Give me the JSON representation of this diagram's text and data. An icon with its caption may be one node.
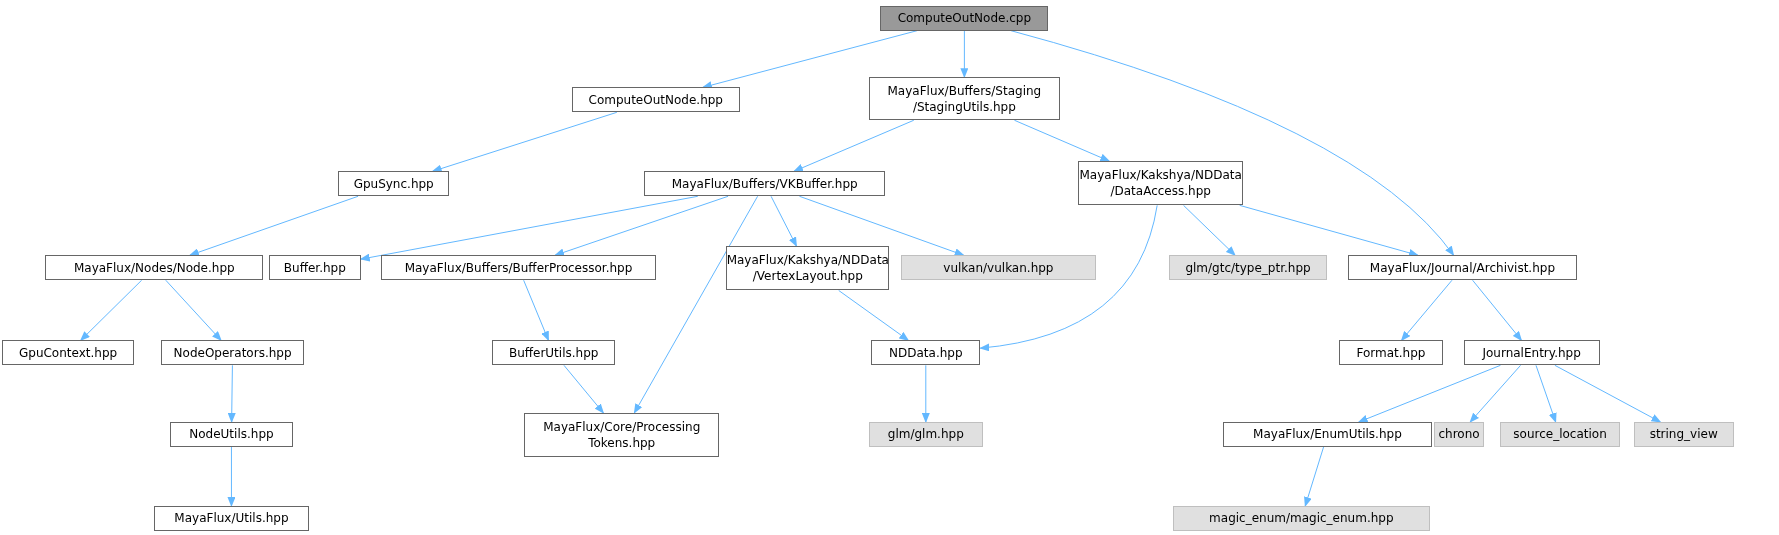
{
  "diagram": {
    "nodes": [
      {
        "text": [
          "ComputeOutNode.cpp"
        ]
      },
      {
        "text": [
          "ComputeOutNode.hpp"
        ]
      },
      {
        "text": [
          "MayaFlux/Buffers/Staging /StagingUtils.hpp"
        ]
      },
      {
        "text": [
          "GpuSync.hpp"
        ]
      },
      {
        "text": [
          "MayaFlux/Buffers/VKBuffer.hpp"
        ]
      },
      {
        "text": [
          "MayaFlux/Kakshya/NDData /DataAccess.hpp"
        ]
      },
      {
        "text": [
          "MayaFlux/Nodes/Node.hpp"
        ]
      },
      {
        "text": [
          "Buffer.hpp"
        ]
      },
      {
        "text": [
          "MayaFlux/Buffers/BufferProcessor.hpp"
        ]
      },
      {
        "text": [
          "MayaFlux/Kakshya/NDData /VertexLayout.hpp"
        ]
      },
      {
        "text": [
          "vulkan/vulkan.hpp"
        ]
      },
      {
        "text": [
          "glm/gtc/type_ptr.hpp"
        ]
      },
      {
        "text": [
          "MayaFlux/Journal/Archivist.hpp"
        ]
      },
      {
        "text": [
          "GpuContext.hpp"
        ]
      },
      {
        "text": [
          "NodeOperators.hpp"
        ]
      },
      {
        "text": [
          "BufferUtils.hpp"
        ]
      },
      {
        "text": [
          "NDData.hpp"
        ]
      },
      {
        "text": [
          "Format.hpp"
        ]
      },
      {
        "text": [
          "JournalEntry.hpp"
        ]
      },
      {
        "text": [
          "NodeUtils.hpp"
        ]
      },
      {
        "text": [
          "MayaFlux/Core/Processing Tokens.hpp"
        ]
      },
      {
        "text": [
          "glm/glm.hpp"
        ]
      },
      {
        "text": [
          "MayaFlux/EnumUtils.hpp"
        ]
      },
      {
        "text": [
          "chrono"
        ]
      },
      {
        "text": [
          "source_location"
        ]
      },
      {
        "text": [
          "string_view"
        ]
      },
      {
        "text": [
          "MayaFlux/Utils.hpp"
        ]
      },
      {
        "text": [
          "magic_enum/magic_enum.hpp"
        ]
      }
    ],
    "edges": [
      {
        "from": 0,
        "to": 1,
        "arrow": "to"
      },
      {
        "from": 0,
        "to": 2,
        "arrow": "to"
      },
      {
        "from": 0,
        "to": 12,
        "arrow": "to"
      },
      {
        "from": 1,
        "to": 3,
        "arrow": "to"
      },
      {
        "from": 2,
        "to": 4,
        "arrow": "to"
      },
      {
        "from": 2,
        "to": 5,
        "arrow": "to"
      },
      {
        "from": 3,
        "to": 6,
        "arrow": "to"
      },
      {
        "from": 4,
        "to": 7,
        "arrow": "to"
      },
      {
        "from": 4,
        "to": 8,
        "arrow": "to"
      },
      {
        "from": 4,
        "to": 20,
        "arrow": "to"
      },
      {
        "from": 4,
        "to": 9,
        "arrow": "to"
      },
      {
        "from": 4,
        "to": 10,
        "arrow": "to"
      },
      {
        "from": 5,
        "to": 16,
        "arrow": "to"
      },
      {
        "from": 5,
        "to": 11,
        "arrow": "to"
      },
      {
        "from": 5,
        "to": 12,
        "arrow": "to"
      },
      {
        "from": 6,
        "to": 13,
        "arrow": "to"
      },
      {
        "from": 6,
        "to": 14,
        "arrow": "to"
      },
      {
        "from": 8,
        "to": 15,
        "arrow": "to"
      },
      {
        "from": 9,
        "to": 16,
        "arrow": "to"
      },
      {
        "from": 12,
        "to": 17,
        "arrow": "to"
      },
      {
        "from": 12,
        "to": 18,
        "arrow": "to"
      },
      {
        "from": 14,
        "to": 19,
        "arrow": "to"
      },
      {
        "from": 15,
        "to": 20,
        "arrow": "to"
      },
      {
        "from": 16,
        "to": 21,
        "arrow": "to"
      },
      {
        "from": 18,
        "to": 22,
        "arrow": "to"
      },
      {
        "from": 18,
        "to": 23,
        "arrow": "to"
      },
      {
        "from": 18,
        "to": 24,
        "arrow": "to"
      },
      {
        "from": 18,
        "to": 25,
        "arrow": "to"
      },
      {
        "from": 19,
        "to": 26,
        "arrow": "to"
      },
      {
        "from": 22,
        "to": 27,
        "arrow": "to"
      }
    ]
  }
}
